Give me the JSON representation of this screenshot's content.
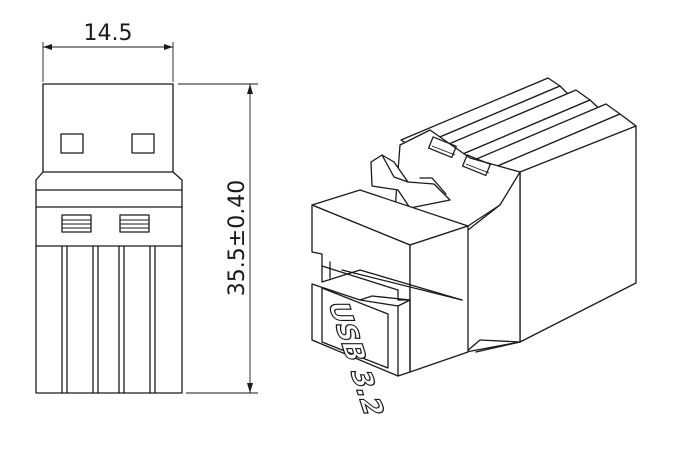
{
  "dimensions": {
    "width_label": "14.5",
    "length_label": "35.5±0.40"
  },
  "product_marking": "USB 3.2"
}
